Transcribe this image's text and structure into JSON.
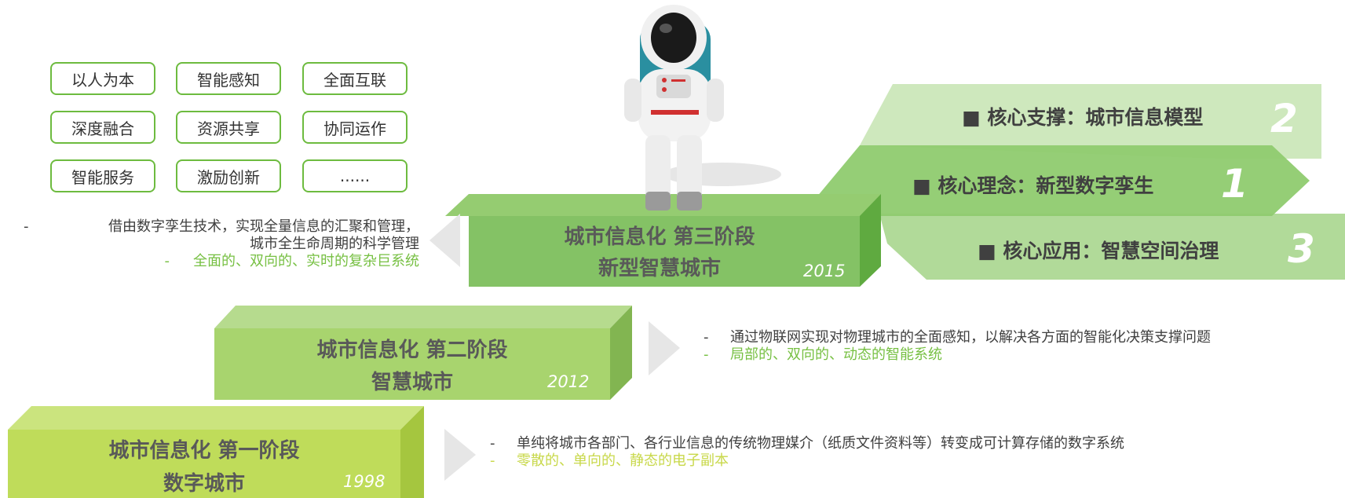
{
  "tags": [
    "以人为本",
    "智能感知",
    "全面互联",
    "深度融合",
    "资源共享",
    "协同运作",
    "智能服务",
    "激励创新",
    "......"
  ],
  "stage3": {
    "title": "城市信息化 第三阶段",
    "subtitle": "新型智慧城市",
    "year": "2015",
    "desc_line1": "借由数字孪生技术，实现全量信息的汇聚和管理，",
    "desc_line2": "城市全生命周期的科学管理",
    "desc_line3": "全面的、双向的、实时的复杂巨系统"
  },
  "core": [
    {
      "label": "核心支撑：城市信息模型",
      "num": "2"
    },
    {
      "label": "核心理念：新型数字孪生",
      "num": "1"
    },
    {
      "label": "核心应用：智慧空间治理",
      "num": "3"
    }
  ],
  "stage2": {
    "title": "城市信息化 第二阶段",
    "subtitle": "智慧城市",
    "year": "2012",
    "desc_line1": "通过物联网实现对物理城市的全面感知，以解决各方面的智能化决策支撑问题",
    "desc_line2": "局部的、双向的、动态的智能系统"
  },
  "stage1": {
    "title": "城市信息化 第一阶段",
    "subtitle": "数字城市",
    "year": "1998",
    "desc_line1": "单纯将城市各部门、各行业信息的传统物理媒介（纸质文件资料等）转变成可计算存储的数字系统",
    "desc_line2": "零散的、单向的、静态的电子副本"
  },
  "dash": "-",
  "square": "■",
  "colors": {
    "accent": "#77c043",
    "stage1": "#bfdc5a",
    "stage2": "#a8d46e",
    "stage3": "#84c265"
  }
}
